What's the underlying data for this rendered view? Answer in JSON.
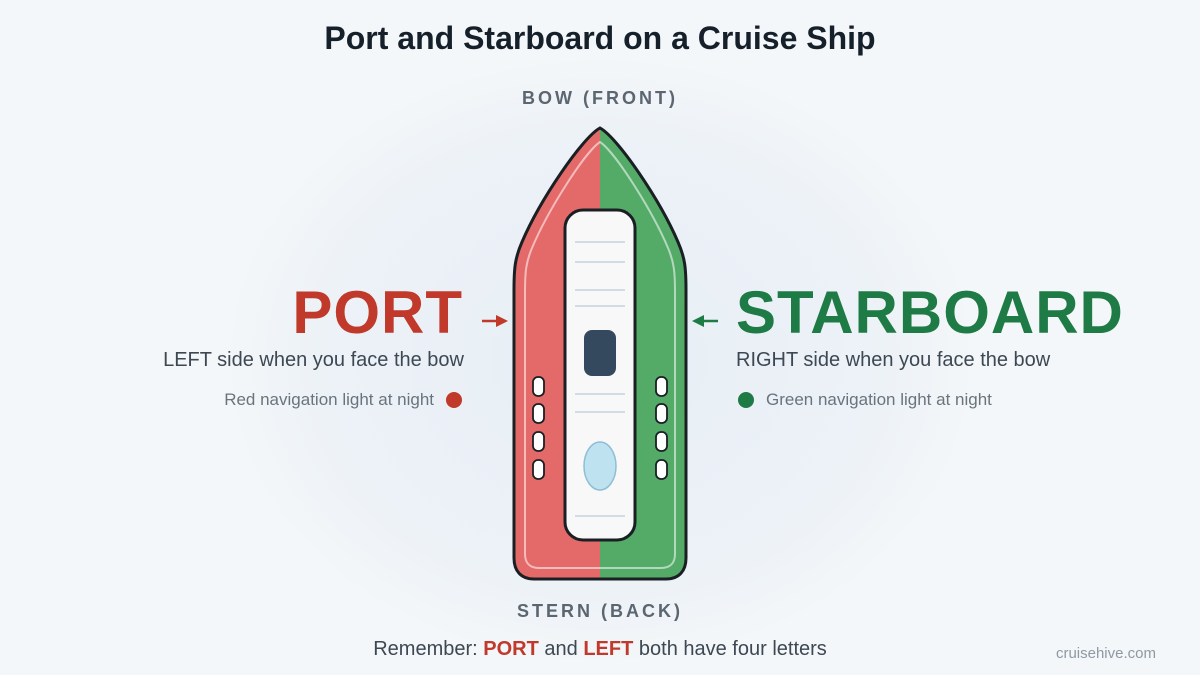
{
  "title": "Port and Starboard on a Cruise Ship",
  "bow_label": "BOW (FRONT)",
  "stern_label": "STERN (BACK)",
  "port": {
    "word": "PORT",
    "subtitle": "LEFT side when you face the bow",
    "light_text": "Red navigation light at night",
    "color": "#c0392b",
    "hull_color": "#e46a69"
  },
  "starboard": {
    "word": "STARBOARD",
    "subtitle": "RIGHT side when you face the bow",
    "light_text": "Green navigation light at night",
    "color": "#1e7b45",
    "hull_color": "#54ab68"
  },
  "remember": {
    "prefix": "Remember:",
    "word1": "PORT",
    "and": "and",
    "word2": "LEFT",
    "suffix": "both have four letters"
  },
  "credit": "cruisehive.com"
}
